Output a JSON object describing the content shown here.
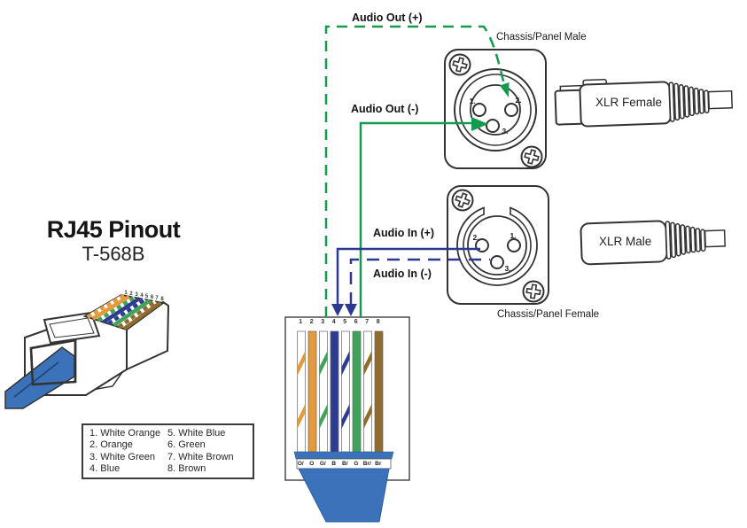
{
  "title": {
    "heading": "RJ45 Pinout",
    "subheading": "T-568B"
  },
  "labels": {
    "audio_out_plus": "Audio Out (+)",
    "audio_out_minus": "Audio Out (-)",
    "audio_in_plus": "Audio In (+)",
    "audio_in_minus": "Audio In (-)",
    "chassis_panel_male": "Chassis/Panel Male",
    "chassis_panel_female": "Chassis/Panel Female",
    "xlr_female": "XLR Female",
    "xlr_male": "XLR Male"
  },
  "xlr_male_panel": {
    "pins": [
      "1.",
      "2.",
      "3."
    ]
  },
  "xlr_female_panel": {
    "pins": [
      "2.",
      "1.",
      "3."
    ]
  },
  "legend": {
    "column1": [
      "1. White Orange",
      "2. Orange",
      "3. White Green",
      "4. Blue"
    ],
    "column2": [
      "5. White Blue",
      "6. Green",
      "7. White Brown",
      "8. Brown"
    ]
  },
  "plug": {
    "numbers": [
      "1",
      "2",
      "3",
      "4",
      "5",
      "6",
      "7",
      "8"
    ],
    "abbreviations": [
      "O/",
      "O",
      "G/",
      "B",
      "B/",
      "G",
      "Br/",
      "Br"
    ],
    "wires": [
      {
        "num": "1",
        "abbr": "O/",
        "name": "White Orange",
        "color": "#E49A3B",
        "striped": true
      },
      {
        "num": "2",
        "abbr": "O",
        "name": "Orange",
        "color": "#E49A3B",
        "striped": false
      },
      {
        "num": "3",
        "abbr": "G/",
        "name": "White Green",
        "color": "#3FA35A",
        "striped": true
      },
      {
        "num": "4",
        "abbr": "B",
        "name": "Blue",
        "color": "#2E3C8F",
        "striped": false
      },
      {
        "num": "5",
        "abbr": "B/",
        "name": "White Blue",
        "color": "#2E3C8F",
        "striped": true
      },
      {
        "num": "6",
        "abbr": "G",
        "name": "Green",
        "color": "#3FA35A",
        "striped": false
      },
      {
        "num": "7",
        "abbr": "Br/",
        "name": "White Brown",
        "color": "#8F6B2E",
        "striped": true
      },
      {
        "num": "8",
        "abbr": "Br",
        "name": "Brown",
        "color": "#8F6B2E",
        "striped": false
      }
    ]
  },
  "connections": [
    {
      "signal": "Audio Out (+)",
      "rj45_pin": "3",
      "xlr": "Chassis/Panel Male pin 2",
      "line_style": "green dashed"
    },
    {
      "signal": "Audio Out (-)",
      "rj45_pin": "6",
      "xlr": "Chassis/Panel Male pin 3",
      "line_style": "green solid"
    },
    {
      "signal": "Audio In (+)",
      "rj45_pin": "4",
      "xlr": "Chassis/Panel Female pin 2",
      "line_style": "blue solid"
    },
    {
      "signal": "Audio In (-)",
      "rj45_pin": "5",
      "xlr": "Chassis/Panel Female pin 3",
      "line_style": "blue dashed"
    }
  ],
  "colors": {
    "green_line": "#16994E",
    "blue_line": "#2B3990",
    "cable_blue": "#3B72B9",
    "wire_orange": "#E49A3B",
    "wire_green": "#3FA35A",
    "wire_blue": "#2E3C8F",
    "wire_brown": "#8F6B2E"
  }
}
